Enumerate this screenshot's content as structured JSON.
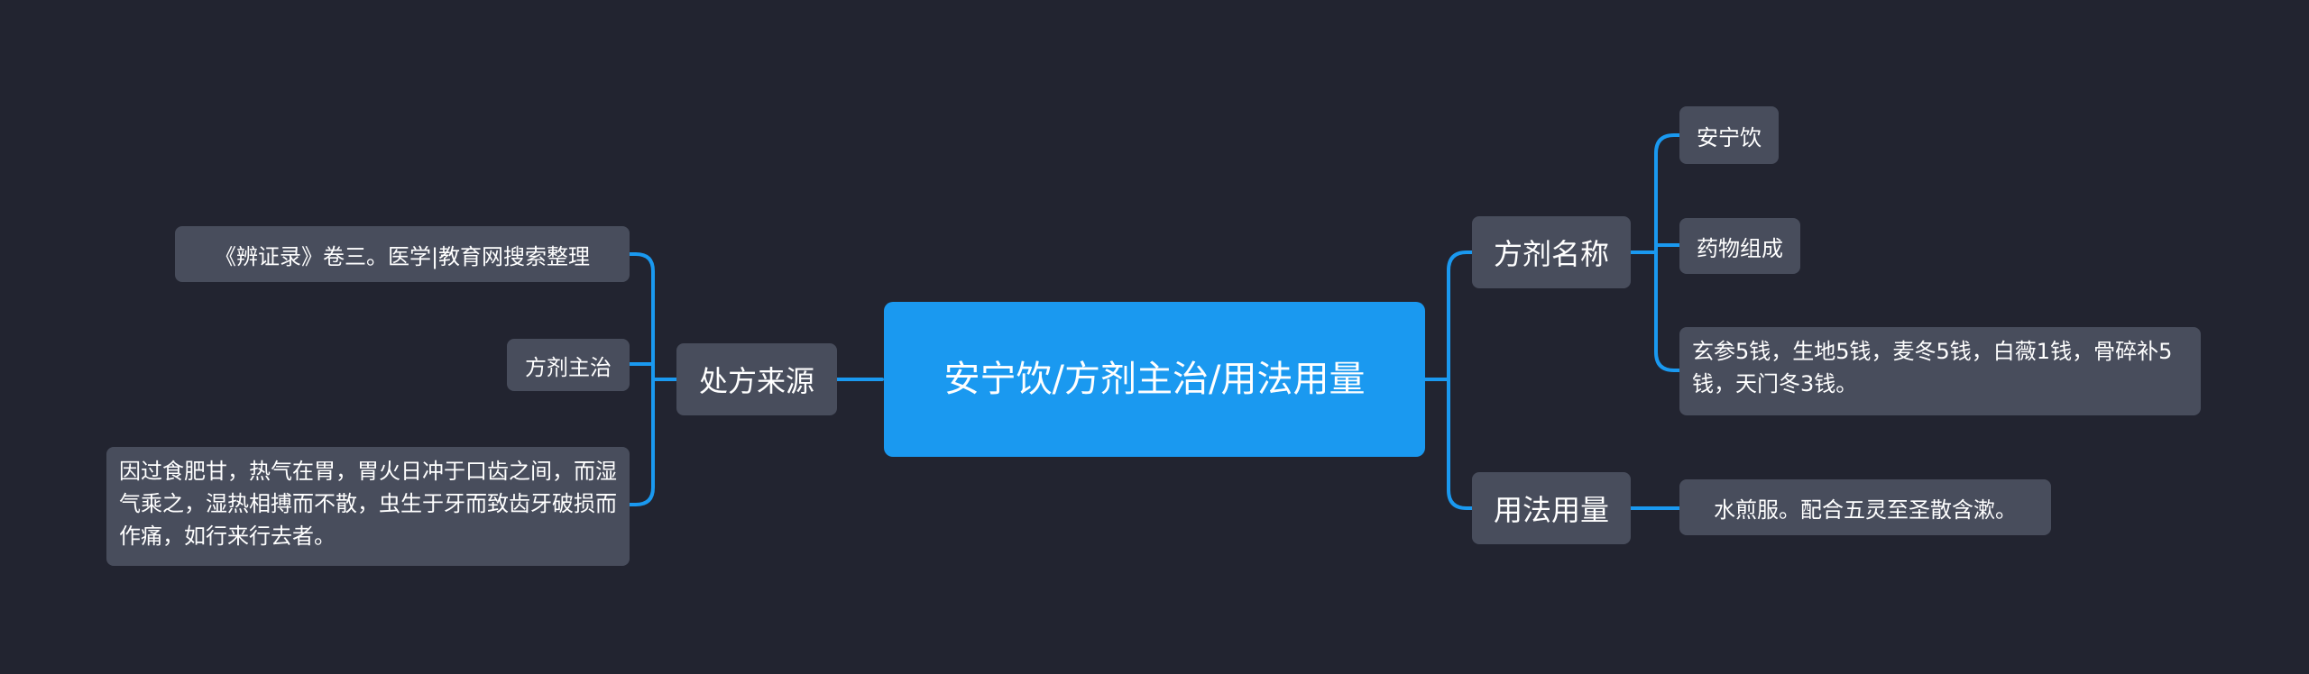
{
  "root": {
    "title": "安宁饮/方剂主治/用法用量"
  },
  "left": {
    "branch": "处方来源",
    "leaves": [
      "《辨证录》卷三。医学|教育网搜索整理",
      "方剂主治",
      "因过食肥甘，热气在胃，胃火日冲于口齿之间，而湿气乘之，湿热相搏而不散，虫生于牙而致齿牙破损而作痛，如行来行去者。"
    ]
  },
  "right": {
    "branches": [
      {
        "label": "方剂名称",
        "leaves": [
          "安宁饮",
          "药物组成",
          "玄参5钱，生地5钱，麦冬5钱，白薇1钱，骨碎补5钱，天门冬3钱。"
        ]
      },
      {
        "label": "用法用量",
        "leaves": [
          "水煎服。配合五灵至圣散含漱。"
        ]
      }
    ]
  },
  "colors": {
    "background": "#222430",
    "root": "#1a99f0",
    "node": "#484d5c",
    "connector": "#1a99f0",
    "text": "#ffffff"
  }
}
